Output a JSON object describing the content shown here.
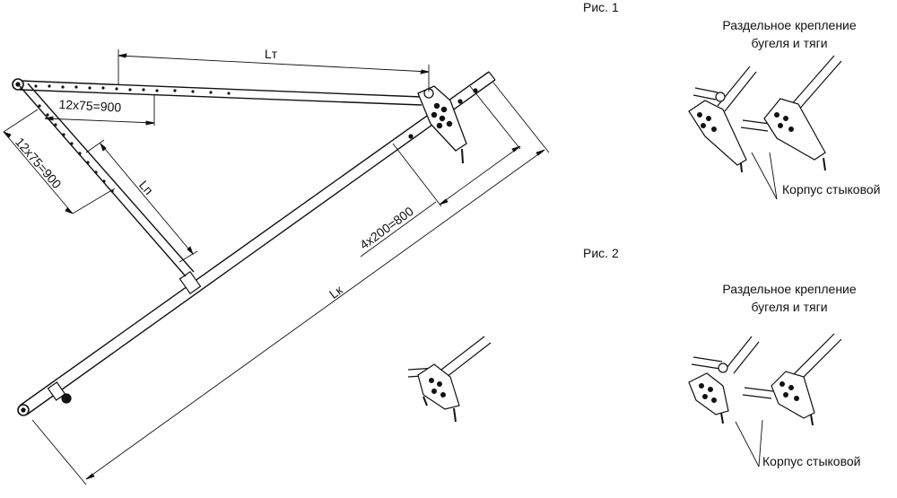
{
  "fig1": {
    "label": "Рис. 1",
    "caption_line1": "Раздельное крепление",
    "caption_line2": "бугеля и тяги",
    "callout": "Корпус стыковой"
  },
  "fig2": {
    "label": "Рис. 2",
    "caption_line1": "Раздельное крепление",
    "caption_line2": "бугеля и тяги",
    "callout": "Корпус стыковой"
  },
  "main": {
    "dim_lt": "Lт",
    "dim_lp": "Lп",
    "dim_lk": "Lк",
    "dim_holes_top": "12x75=900",
    "dim_holes_left": "12x75=900",
    "dim_holes_boom": "4x200=800"
  }
}
